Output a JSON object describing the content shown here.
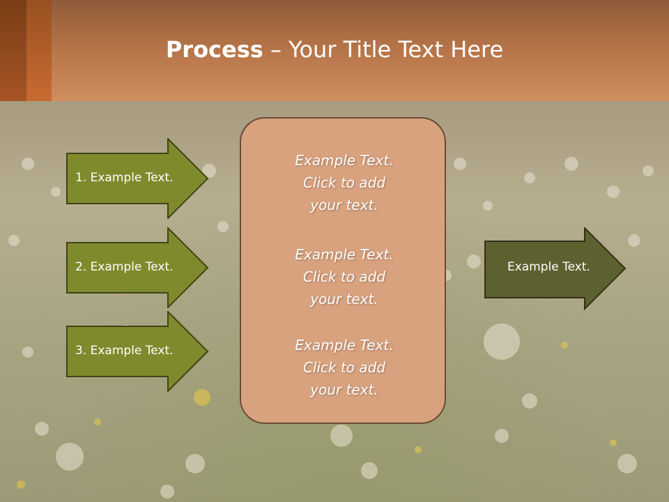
{
  "slide": {
    "title_bold": "Process",
    "title_rest": " – Your Title Text Here"
  },
  "left_arrows": [
    {
      "label": "1. Example Text."
    },
    {
      "label": "2. Example Text."
    },
    {
      "label": "3. Example Text."
    }
  ],
  "center_box": {
    "blocks": [
      {
        "line1": "Example Text.",
        "line2": "Click  to add",
        "line3": "your text."
      },
      {
        "line1": "Example Text.",
        "line2": "Click  to add",
        "line3": "your text."
      },
      {
        "line1": "Example Text.",
        "line2": "Click  to add",
        "line3": "your text."
      }
    ]
  },
  "right_arrow": {
    "label": "Example Text."
  },
  "colors": {
    "banner": "#c07a4c",
    "arrow_fill": "#7f8a2c",
    "right_arrow_fill": "#5d6130",
    "center_box_fill": "#d8a27f"
  }
}
